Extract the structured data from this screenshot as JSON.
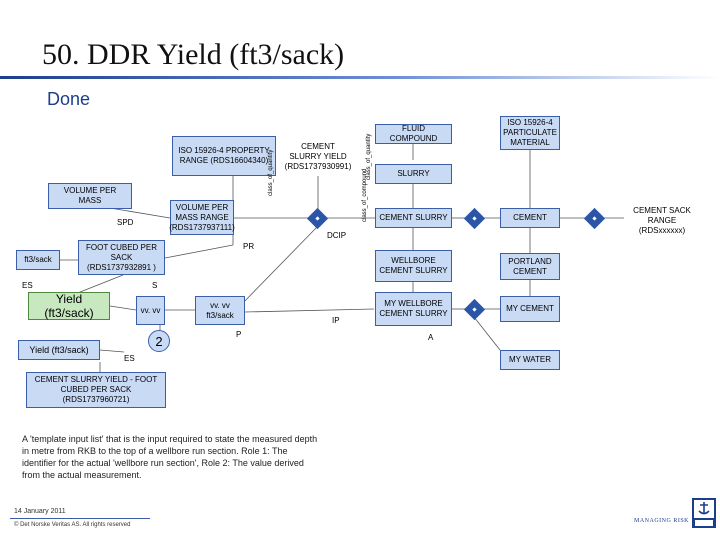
{
  "title": "50. DDR Yield (ft3/sack)",
  "subtitle": "Done",
  "boxes": {
    "iso_property_range": "ISO 15926-4 PROPERTY RANGE (RDS16604340)",
    "cement_slurry_yield": "CEMENT SLURRY YIELD (RDS1737930991)",
    "fluid_compound": "FLUID COMPOUND",
    "iso_particulate": "ISO 15926-4 PARTICULATE MATERIAL",
    "volume_per_mass": "VOLUME PER MASS",
    "slurry": "SLURRY",
    "volume_per_mass_range": "VOLUME PER MASS RANGE (RDS1737937111)",
    "cement_slurry": "CEMENT SLURRY",
    "cement": "CEMENT",
    "cement_sack_range": "CEMENT SACK RANGE (RDSxxxxxx)",
    "foot_cubed_per_sack": "FOOT CUBED PER SACK (RDS1737932891 )",
    "ft3_sack": "ft3/sack",
    "wellbore_cement_slurry": "WELLBORE CEMENT SLURRY",
    "portland_cement": "PORTLAND CEMENT",
    "yield_green": "Yield (ft3/sack)",
    "vvvv": "vv. vv",
    "vvvv_ft3": "vv. vv ft3/sack",
    "my_wellbore_cement_slurry": "MY WELLBORE CEMENT SLURRY",
    "my_cement": "MY CEMENT",
    "yield_small": "Yield (ft3/sack)",
    "my_water": "MY WATER",
    "cement_slurry_yield_foot": "CEMENT SLURRY YIELD - FOOT CUBED PER SACK (RDS1737960721)",
    "circle_number": "2"
  },
  "labels": {
    "spd": "SPD",
    "pr": "PR",
    "es_left": "ES",
    "s": "S",
    "dcip": "DCIP",
    "ip": "IP",
    "p": "P",
    "a": "A",
    "es_bottom": "ES",
    "vert_class_of_quantity": "class_of_quantity",
    "vert_class_of_compound": "class_of_compound",
    "vert_class_of_quantity2": "class_of_quantity"
  },
  "note": "A 'template input list' that is the input required to state the measured depth in metre from RKB to the top of a wellbore run section.  Role 1: The identifier for the actual 'wellbore run section', Role 2: The value derived from the actual measurement.",
  "footer": {
    "date": "14 January 2011",
    "copyright": "© Det Norske Veritas AS. All rights reserved",
    "logo_text": "MANAGING RISK"
  },
  "colors": {
    "box_fill": "#c9daf5",
    "box_border": "#3a5fa8",
    "green_fill": "#c8e8c0",
    "diamond": "#2b56a8",
    "title_blue": "#1b3f8c"
  }
}
